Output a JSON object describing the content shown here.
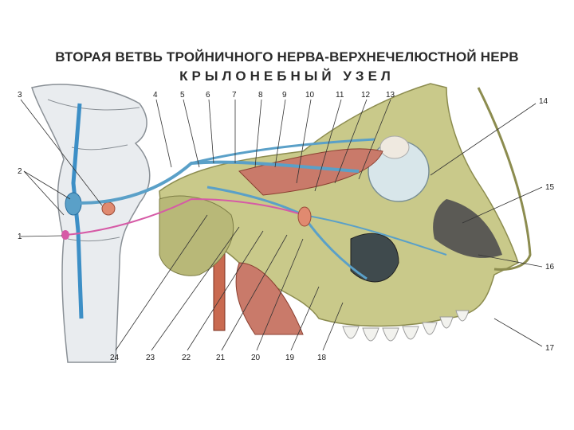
{
  "title": "ВТОРАЯ ВЕТВЬ ТРОЙНИЧНОГО НЕРВА-ВЕРХНЕЧЕЛЮСТНОЙ НЕРВ",
  "subtitle": "КРЫЛОНЕБНЫЙ УЗЕЛ",
  "labels": {
    "l1": "1",
    "l2": "2",
    "l3": "3",
    "l4": "4",
    "l5": "5",
    "l6": "6",
    "l7": "7",
    "l8": "8",
    "l9": "9",
    "l10": "10",
    "l11": "11",
    "l12": "12",
    "l13": "13",
    "l14": "14",
    "l15": "15",
    "l16": "16",
    "l17": "17",
    "l18": "18",
    "l19": "19",
    "l20": "20",
    "l21": "21",
    "l22": "22",
    "l23": "23",
    "l24": "24"
  },
  "colors": {
    "brainstem": "#e9ecef",
    "nerve": "#5aa0c8",
    "bone": "#c9c98a",
    "muscle": "#c97a6a",
    "ganglion": "#e08a70",
    "pink_nerve": "#d65aa6"
  }
}
